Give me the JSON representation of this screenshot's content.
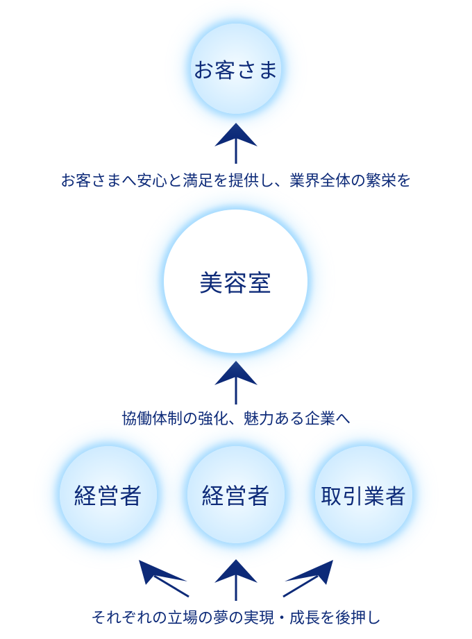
{
  "nodes": {
    "customer": "お客さま",
    "salon": "美容室",
    "manager_left": "経営者",
    "manager_center": "経営者",
    "supplier": "取引業者"
  },
  "captions": {
    "top": "お客さまへ安心と満足を提供し、業界全体の繁栄を",
    "middle": "協働体制の強化、魅力ある企業へ",
    "bottom": "それぞれの立場の夢の実現・成長を後押し"
  },
  "colors": {
    "text": "#0d2a78",
    "arrow": "#0d2a78",
    "glow": "#bfe4ff"
  }
}
